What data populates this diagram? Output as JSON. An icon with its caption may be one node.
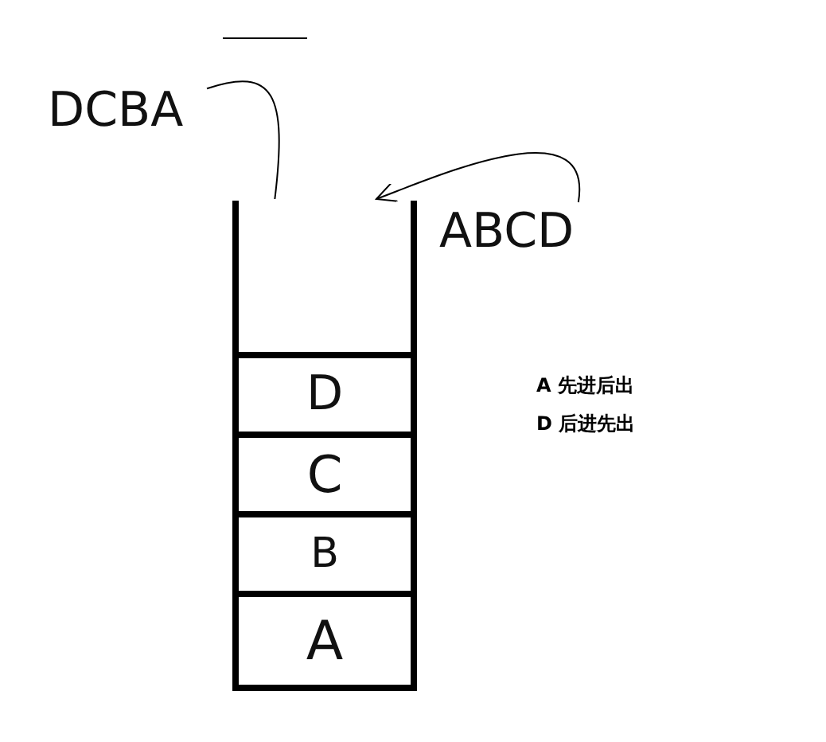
{
  "diagram": {
    "nodes": [
      {
        "text": [
          "DCBA"
        ]
      },
      {
        "text": [
          "ABCD"
        ]
      },
      {
        "text": [],
        "shape": "box"
      },
      {
        "text": [
          "D"
        ],
        "in": 2
      },
      {
        "text": [
          "C"
        ],
        "in": 2
      },
      {
        "text": [
          "B"
        ],
        "in": 2
      },
      {
        "text": [
          "A"
        ],
        "in": 2
      }
    ],
    "edges": [
      {
        "from": 1,
        "to": 2,
        "arrow": "to"
      },
      {
        "from": 2,
        "to": 0,
        "arrow": "none"
      }
    ],
    "labels": [
      "A 先进后出",
      "D 后进先出"
    ]
  }
}
